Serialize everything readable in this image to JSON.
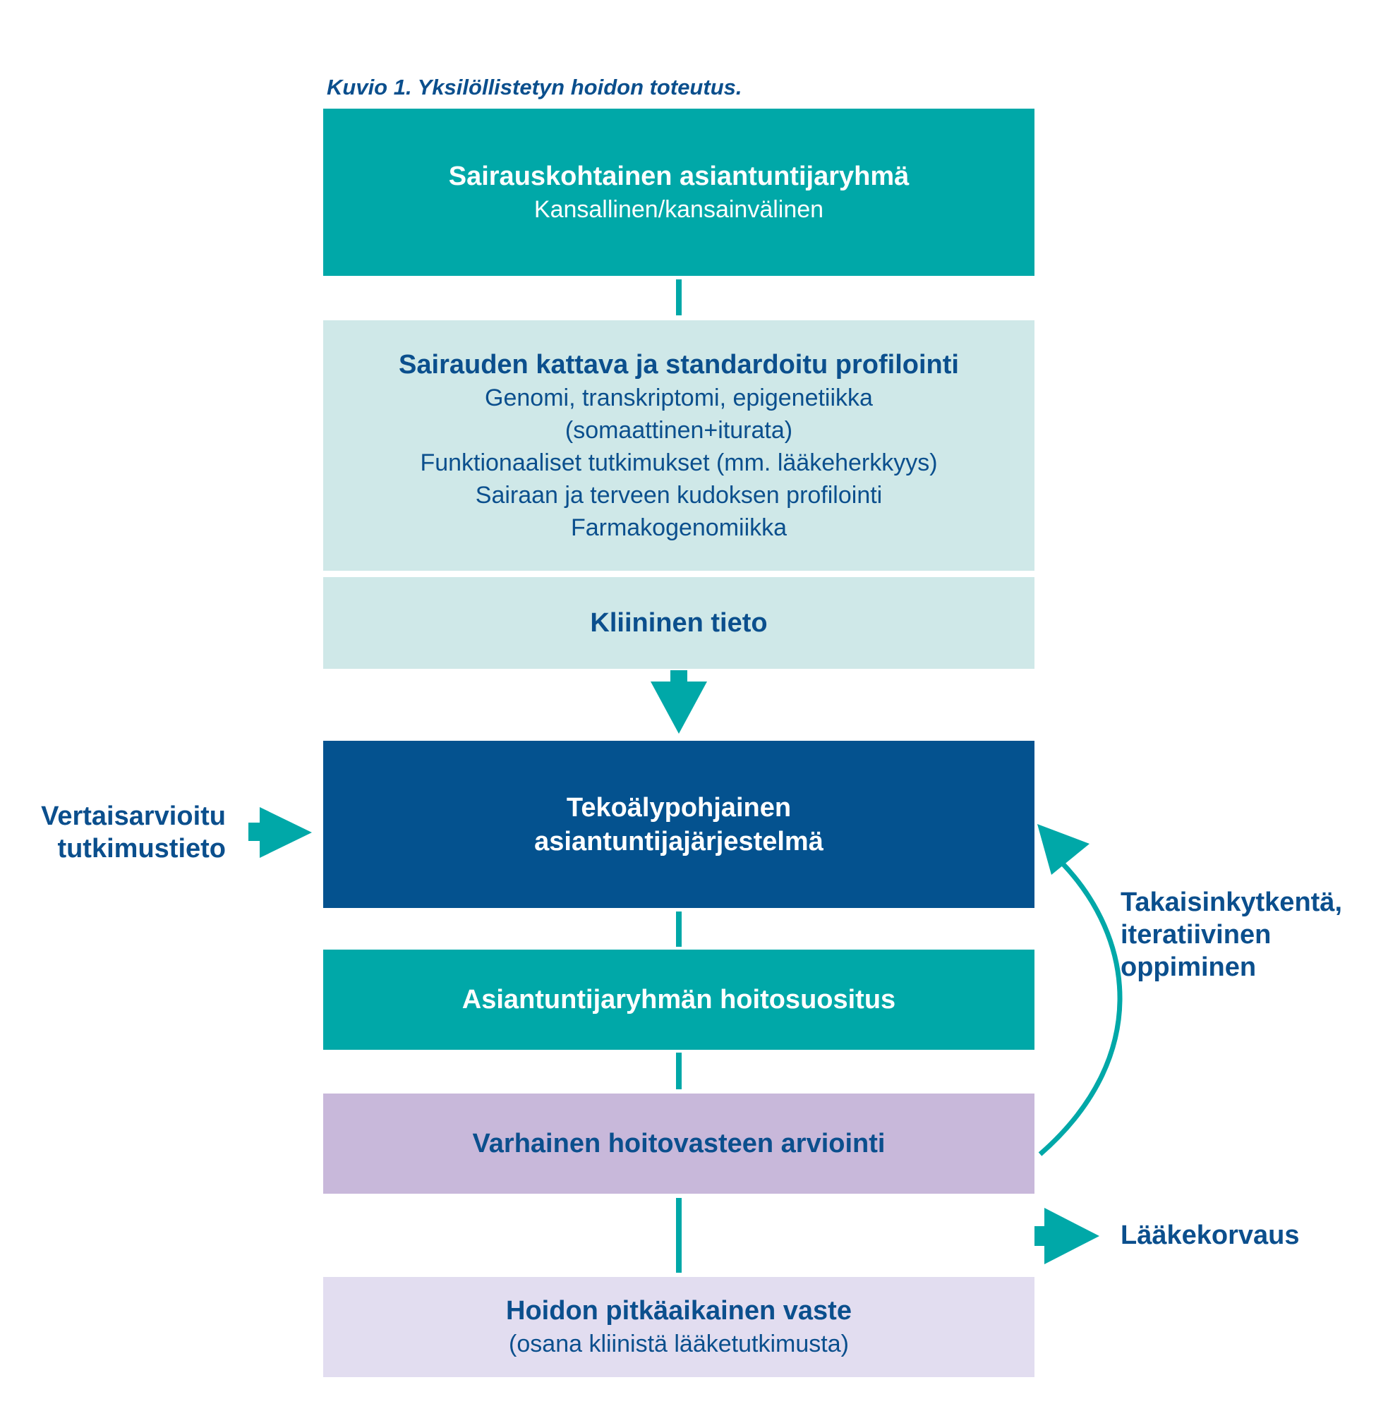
{
  "caption": "Kuvio 1. Yksilöllistetyn hoidon toteutus.",
  "boxes": {
    "expert_group": {
      "title": "Sairauskohtainen asiantuntijaryhmä",
      "subtitle": "Kansallinen/kansainvälinen"
    },
    "profiling": {
      "title": "Sairauden kattava ja standardoitu profilointi",
      "lines": [
        "Genomi, transkriptomi, epigenetiikka",
        "(somaattinen+iturata)",
        "Funktionaaliset tutkimukset (mm. lääkeherkkyys)",
        "Sairaan ja terveen kudoksen profilointi",
        "Farmakogenomiikka"
      ]
    },
    "clinical": {
      "title": "Kliininen tieto"
    },
    "ai_system": {
      "title_line1": "Tekoälypohjainen",
      "title_line2": "asiantuntijajärjestelmä"
    },
    "recommendation": {
      "title": "Asiantuntijaryhmän hoitosuositus"
    },
    "early_response": {
      "title": "Varhainen hoitovasteen arviointi"
    },
    "long_term": {
      "title": "Hoidon pitkäaikainen vaste",
      "subtitle": "(osana kliinistä lääketutkimusta)"
    }
  },
  "side_labels": {
    "peer_reviewed": {
      "line1": "Vertaisarvioitu",
      "line2": "tutkimustieto"
    },
    "feedback": {
      "line1": "Takaisinkytkentä,",
      "line2": "iteratiivinen",
      "line3": "oppiminen"
    },
    "reimbursement": "Lääkekorvaus"
  },
  "colors": {
    "teal": "#00a8a8",
    "light_teal": "#cfe8e8",
    "dark_blue": "#04528f",
    "text_blue": "#0b4f8d",
    "lavender": "#c8b8da",
    "light_lavender": "#e2ddf0"
  }
}
